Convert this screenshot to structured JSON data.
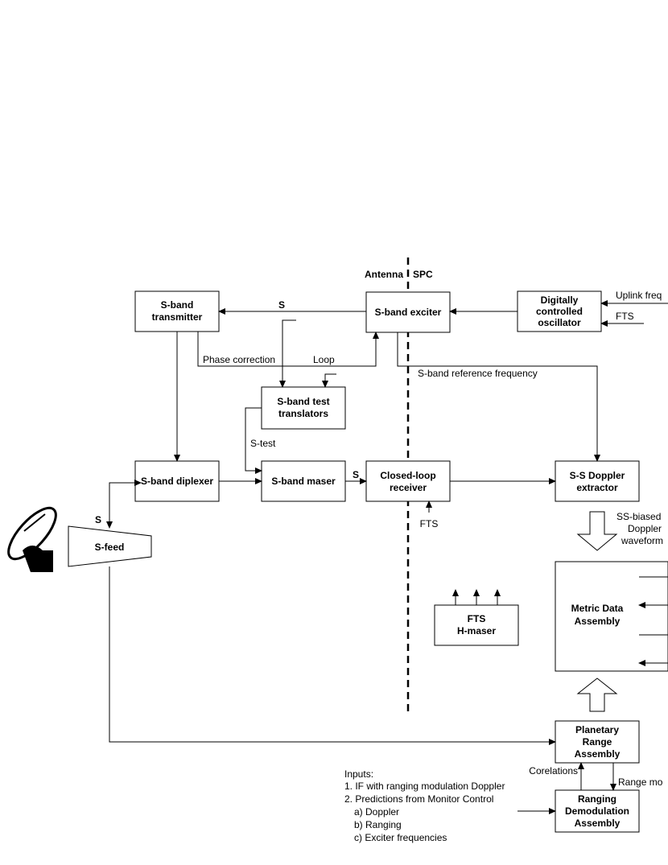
{
  "divider": {
    "left_label": "Antenna",
    "right_label": "SPC"
  },
  "blocks": {
    "s_band_transmitter": {
      "line1": "S-band",
      "line2": "transmitter"
    },
    "s_band_exciter": {
      "line1": "S-band exciter"
    },
    "dco": {
      "line1": "Digitally",
      "line2": "controlled",
      "line3": "oscillator"
    },
    "s_band_test_translators": {
      "line1": "S-band test",
      "line2": "translators"
    },
    "s_band_diplexer": {
      "line1": "S-band diplexer"
    },
    "s_band_maser": {
      "line1": "S-band maser"
    },
    "closed_loop_receiver": {
      "line1": "Closed-loop",
      "line2": "receiver"
    },
    "ss_doppler_extractor": {
      "line1": "S-S Doppler",
      "line2": "extractor"
    },
    "s_feed": {
      "line1": "S-feed"
    },
    "fts_h_maser": {
      "line1": "FTS",
      "line2": "H-maser"
    },
    "metric_data_assembly": {
      "line1": "Metric Data",
      "line2": "Assembly"
    },
    "planetary_range_assembly": {
      "line1": "Planetary",
      "line2": "Range",
      "line3": "Assembly"
    },
    "ranging_demodulation_assembly": {
      "line1": "Ranging",
      "line2": "Demodulation",
      "line3": "Assembly"
    }
  },
  "labels": {
    "uplink_freq": "Uplink freq",
    "fts_dco": "FTS",
    "s_tx": "S",
    "phase_correction": "Phase correction",
    "loop": "Loop",
    "s_band_reference_frequency": "S-band reference frequency",
    "s_test": "S-test",
    "s_maser": "S",
    "s_feed_link": "S",
    "fts_receiver": "FTS",
    "ss_biased_line1": "SS-biased",
    "ss_biased_line2": "Doppler",
    "ss_biased_line3": "waveform",
    "corelations": "Corelations",
    "range_mo": "Range mo"
  },
  "inputs": {
    "title": "Inputs:",
    "items": [
      "1. IF with ranging modulation Doppler",
      "2. Predictions from Monitor Control",
      "a) Doppler",
      "b) Ranging",
      "c) Exciter frequencies"
    ]
  },
  "icons": {
    "antenna": "satellite-dish-icon"
  }
}
